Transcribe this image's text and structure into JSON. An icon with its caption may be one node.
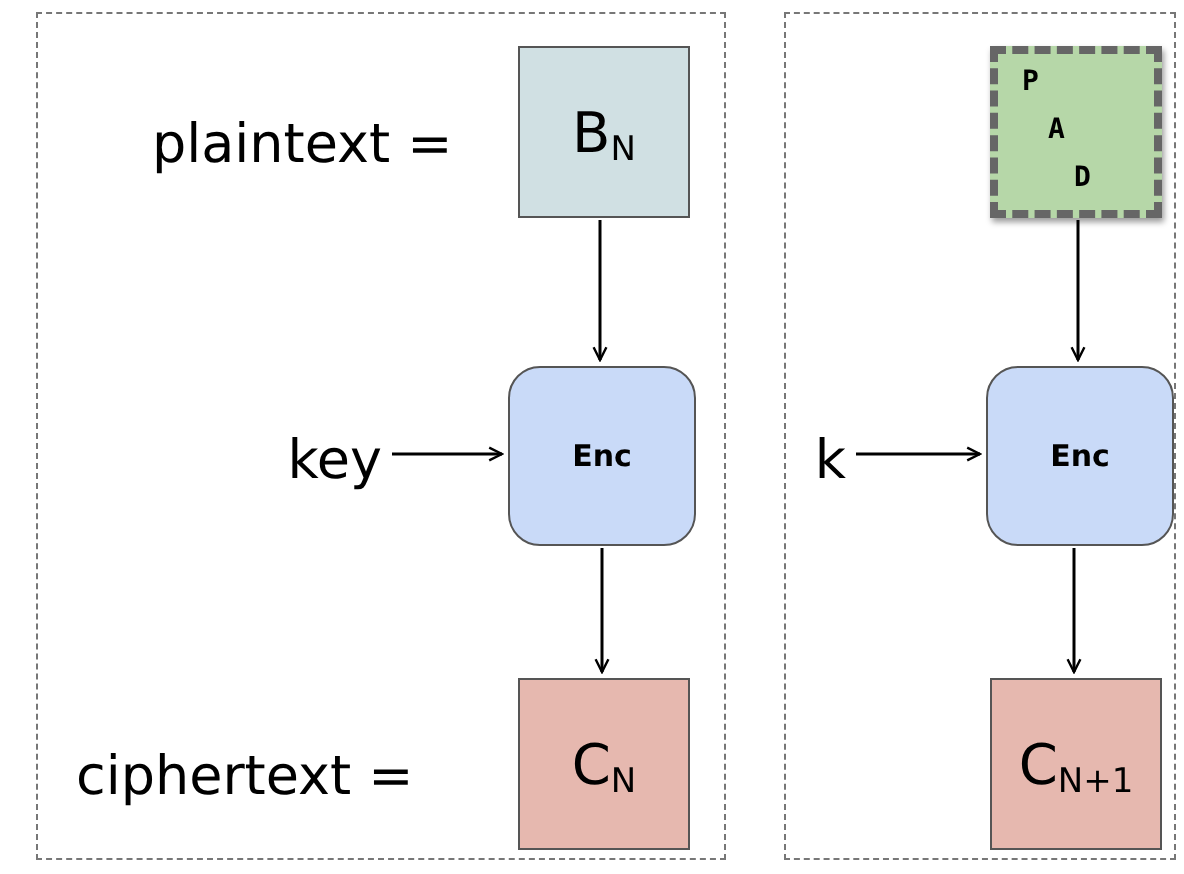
{
  "diagram": {
    "nodes": [
      {
        "text": [],
        "shape": "box"
      },
      {
        "text": [
          "B$_{N}$"
        ],
        "in": 0,
        "beside": [
          "plaintext ="
        ]
      },
      {
        "text": [
          "key"
        ],
        "in": 0
      },
      {
        "text": [
          "Enc"
        ],
        "in": 0
      },
      {
        "text": [
          "C$_{N}$"
        ],
        "in": 0,
        "beside": [
          "ciphertext ="
        ]
      },
      {
        "text": [],
        "shape": "box"
      },
      {
        "text": [
          "P",
          "A",
          "D"
        ],
        "in": 5
      },
      {
        "text": [
          "k"
        ],
        "in": 5
      },
      {
        "text": [
          "Enc"
        ],
        "in": 5
      },
      {
        "text": [
          "C$_{N+1}$"
        ],
        "in": 5
      }
    ],
    "edges": [
      {
        "from": 1,
        "to": 3,
        "arrow": "to"
      },
      {
        "from": 2,
        "to": 3,
        "arrow": "to"
      },
      {
        "from": 3,
        "to": 4,
        "arrow": "to"
      },
      {
        "from": 6,
        "to": 8,
        "arrow": "to"
      },
      {
        "from": 7,
        "to": 8,
        "arrow": "to"
      },
      {
        "from": 8,
        "to": 9,
        "arrow": "to"
      }
    ]
  }
}
